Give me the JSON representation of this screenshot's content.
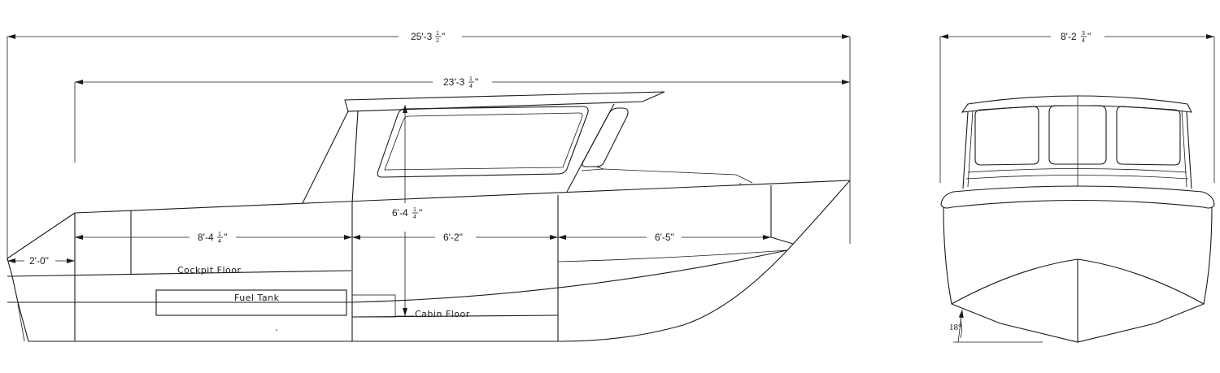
{
  "side_view": {
    "dimensions": {
      "overall_length": {
        "main": "25'-3",
        "num": "1",
        "den": "2",
        "unit": "\""
      },
      "waterline_length": {
        "main": "23'-3",
        "num": "1",
        "den": "4",
        "unit": "\""
      },
      "bow_offset": {
        "main": "2'-0\""
      },
      "cockpit_length": {
        "main": "8'-4",
        "num": "1",
        "den": "4",
        "unit": "\""
      },
      "cabin_length": {
        "main": "6'-2\""
      },
      "forward_length": {
        "main": "6'-5\""
      },
      "cabin_headroom": {
        "main": "6'-4",
        "num": "1",
        "den": "4",
        "unit": "\""
      }
    },
    "labels": {
      "cockpit_floor": "Cockpit Floor",
      "fuel_tank": "Fuel Tank",
      "cabin_floor": "Cabin Floor"
    }
  },
  "front_view": {
    "dimensions": {
      "beam": {
        "main": "8'-2",
        "num": "3",
        "den": "4",
        "unit": "\""
      }
    },
    "deadrise": "18°"
  }
}
